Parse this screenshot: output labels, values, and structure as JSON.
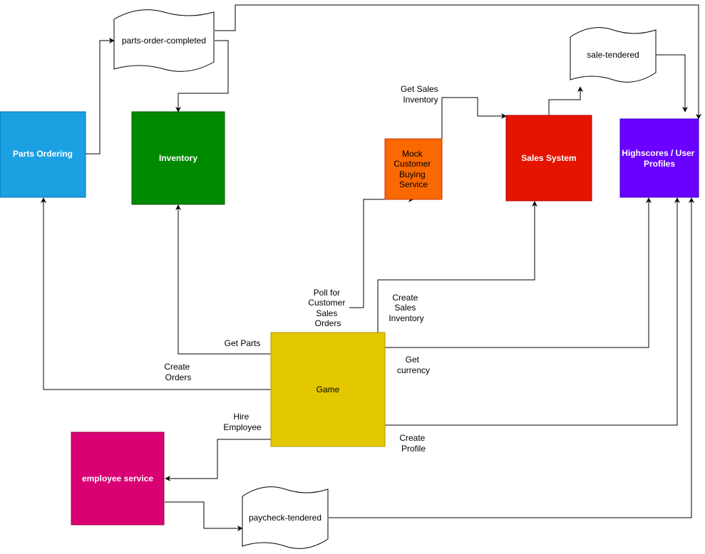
{
  "diagram": {
    "nodes": {
      "parts_ordering": {
        "label": "Parts Ordering",
        "fill": "#1ba1e2"
      },
      "inventory": {
        "label": "Inventory",
        "fill": "#008a00"
      },
      "mock_customer": {
        "lines": [
          "Mock",
          "Customer",
          "Buying",
          "Service"
        ],
        "fill": "#fa6800"
      },
      "sales_system": {
        "label": "Sales System",
        "fill": "#e51400"
      },
      "highscores": {
        "lines": [
          "Highscores / User",
          "Profiles"
        ],
        "fill": "#6a00ff"
      },
      "game": {
        "label": "Game",
        "fill": "#e3c800"
      },
      "employee_service": {
        "label": "employee service",
        "fill": "#d80073"
      },
      "parts_order_completed": {
        "label": "parts-order-completed"
      },
      "sale_tendered": {
        "label": "sale-tendered"
      },
      "paycheck_tendered": {
        "label": "paycheck-tendered"
      }
    },
    "edge_labels": {
      "get_sales_inventory": [
        "Get Sales",
        "Inventory"
      ],
      "poll_for_customer_sales_orders": [
        "Poll for",
        "Customer",
        "Sales",
        "Orders"
      ],
      "create_sales_inventory": [
        "Create",
        "Sales",
        "Inventory"
      ],
      "get_parts": [
        "Get Parts"
      ],
      "get_currency": [
        "Get",
        "currency"
      ],
      "create_orders": [
        "Create",
        "Orders"
      ],
      "hire_employee": [
        "Hire",
        "Employee"
      ],
      "create_profile": [
        "Create",
        "Profile"
      ]
    },
    "colors": {
      "line": "#000000",
      "queue_fill": "#ffffff"
    }
  }
}
